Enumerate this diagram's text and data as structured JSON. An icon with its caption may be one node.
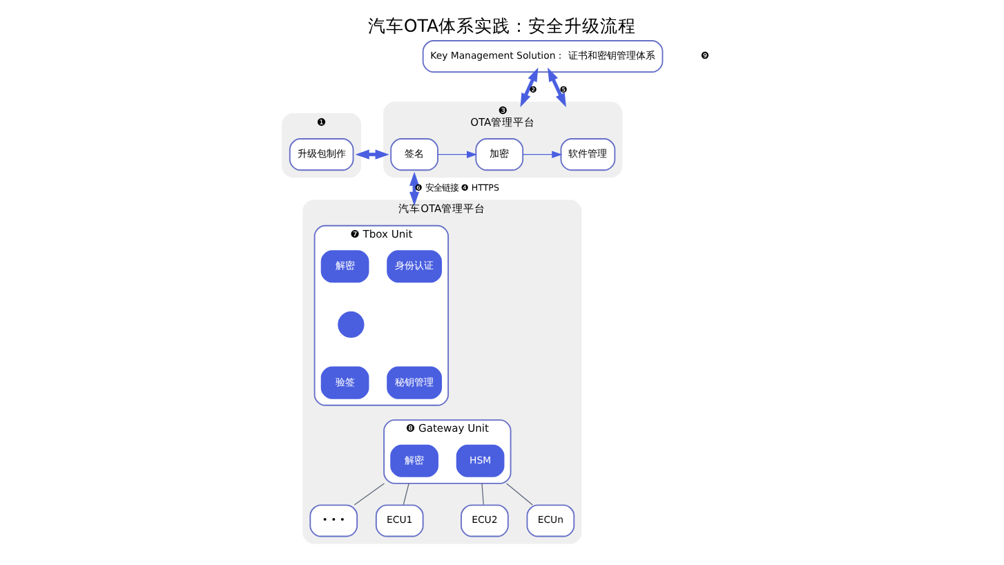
{
  "diagram": {
    "title": "汽车OTA体系实践：安全升级流程",
    "nodes": [
      {
        "text": [
          "❶"
        ]
      },
      {
        "text": [
          "升级包制作"
        ],
        "in": 0
      },
      {
        "text": [
          "Key Management Solution： 证书和密钥管理体系"
        ]
      },
      {
        "text": [
          "❸",
          "OTA管理平台"
        ]
      },
      {
        "text": [
          "签名"
        ],
        "in": 3
      },
      {
        "text": [
          "加密"
        ],
        "in": 3
      },
      {
        "text": [
          "软件管理"
        ],
        "in": 3
      },
      {
        "text": [
          "汽车OTA管理平台"
        ]
      },
      {
        "text": [
          "❼ Tbox Unit"
        ],
        "in": 7
      },
      {
        "text": [
          "身份认证"
        ],
        "in": 8
      },
      {
        "text": [
          "解密"
        ],
        "in": 8
      },
      {
        "text": [
          "验签"
        ],
        "in": 8
      },
      {
        "text": [
          "秘钥管理"
        ],
        "in": 8
      },
      {
        "text": [],
        "shape": "circle",
        "in": 8
      },
      {
        "text": [
          "❽ Gateway Unit"
        ],
        "in": 7
      },
      {
        "text": [
          "解密"
        ],
        "in": 14
      },
      {
        "text": [
          "HSM"
        ],
        "in": 14
      },
      {
        "text": [
          "ECU1"
        ],
        "in": 7
      },
      {
        "text": [
          "ECU2"
        ],
        "in": 7
      },
      {
        "text": [
          "• • •"
        ],
        "in": 7
      },
      {
        "text": [
          "ECUn"
        ],
        "in": 7
      }
    ],
    "edges": [
      {
        "from": 0,
        "to": 3,
        "arrow": "both",
        "style": "thick"
      },
      {
        "from": 2,
        "to": 3,
        "arrow": "both",
        "style": "thick",
        "label": "❷"
      },
      {
        "from": 2,
        "to": 3,
        "arrow": "both",
        "style": "thick",
        "label": "❺"
      },
      {
        "from": 4,
        "to": 5,
        "arrow": "to"
      },
      {
        "from": 5,
        "to": 6,
        "arrow": "to"
      },
      {
        "from": 3,
        "to": 7,
        "arrow": "both",
        "style": "thick",
        "label": "❻ 安全链接 ❹ HTTPS"
      },
      {
        "from": 14,
        "to": 17,
        "arrow": "none",
        "color": "#5a6478"
      },
      {
        "from": 14,
        "to": 18,
        "arrow": "none",
        "color": "#5a6478"
      },
      {
        "from": 14,
        "to": 19,
        "arrow": "none",
        "color": "#5a6478"
      },
      {
        "from": 14,
        "to": 20,
        "arrow": "none",
        "color": "#5a6478"
      }
    ],
    "labels": [
      "❾"
    ]
  }
}
